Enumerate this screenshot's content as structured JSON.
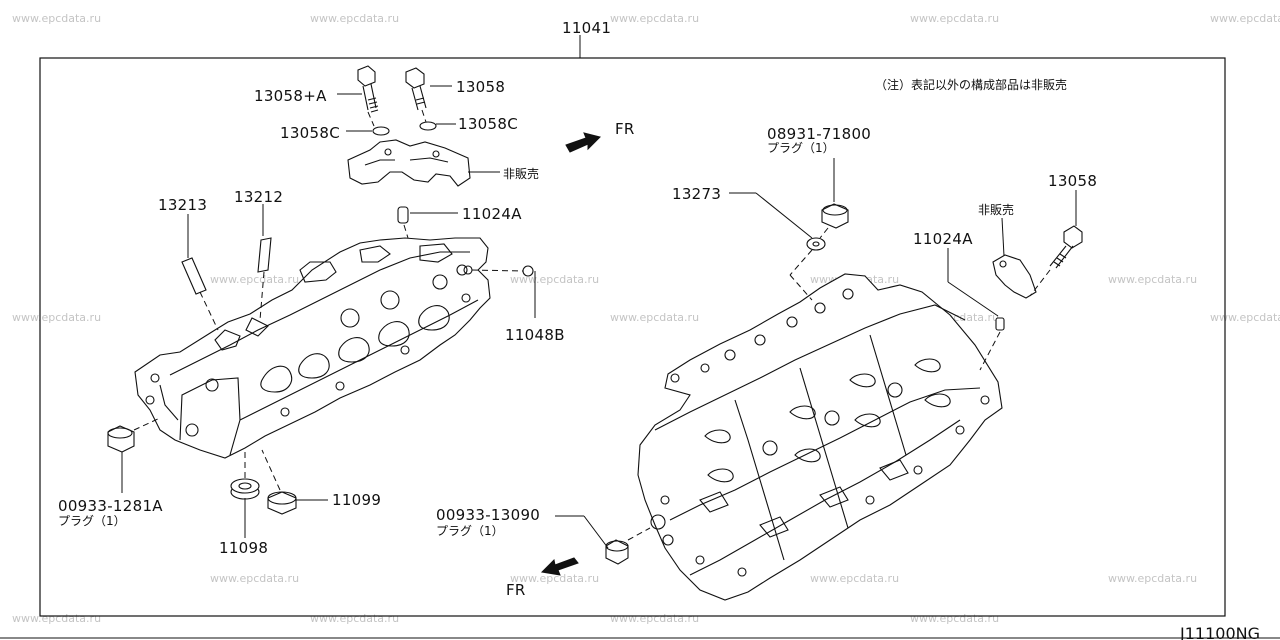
{
  "watermark": "www.epcdata.ru",
  "diagram_code": "J11100NG",
  "note": "（注）表記以外の構成部品は非販売",
  "assembly_label": "11041",
  "fr_label_top": "FR",
  "fr_label_bottom": "FR",
  "parts": {
    "p13058a": "13058+A",
    "p13058": "13058",
    "p13058c_left": "13058C",
    "p13058c_right": "13058C",
    "hihanbai_top": "非販売",
    "p11024a_left": "11024A",
    "p13213": "13213",
    "p13212": "13212",
    "p11048b": "11048B",
    "p00933_1281a": "00933-1281A",
    "plug_sub_1": "プラグ（1）",
    "p11098": "11098",
    "p11099": "11099",
    "p08931_71800": "08931-71800",
    "plug_sub_2": "プラグ（1）",
    "p13273": "13273",
    "p13058_right": "13058",
    "hihanbai_right": "非販売",
    "p11024a_right": "11024A",
    "p00933_13090": "00933-13090",
    "plug_sub_3": "プラグ（1）"
  }
}
